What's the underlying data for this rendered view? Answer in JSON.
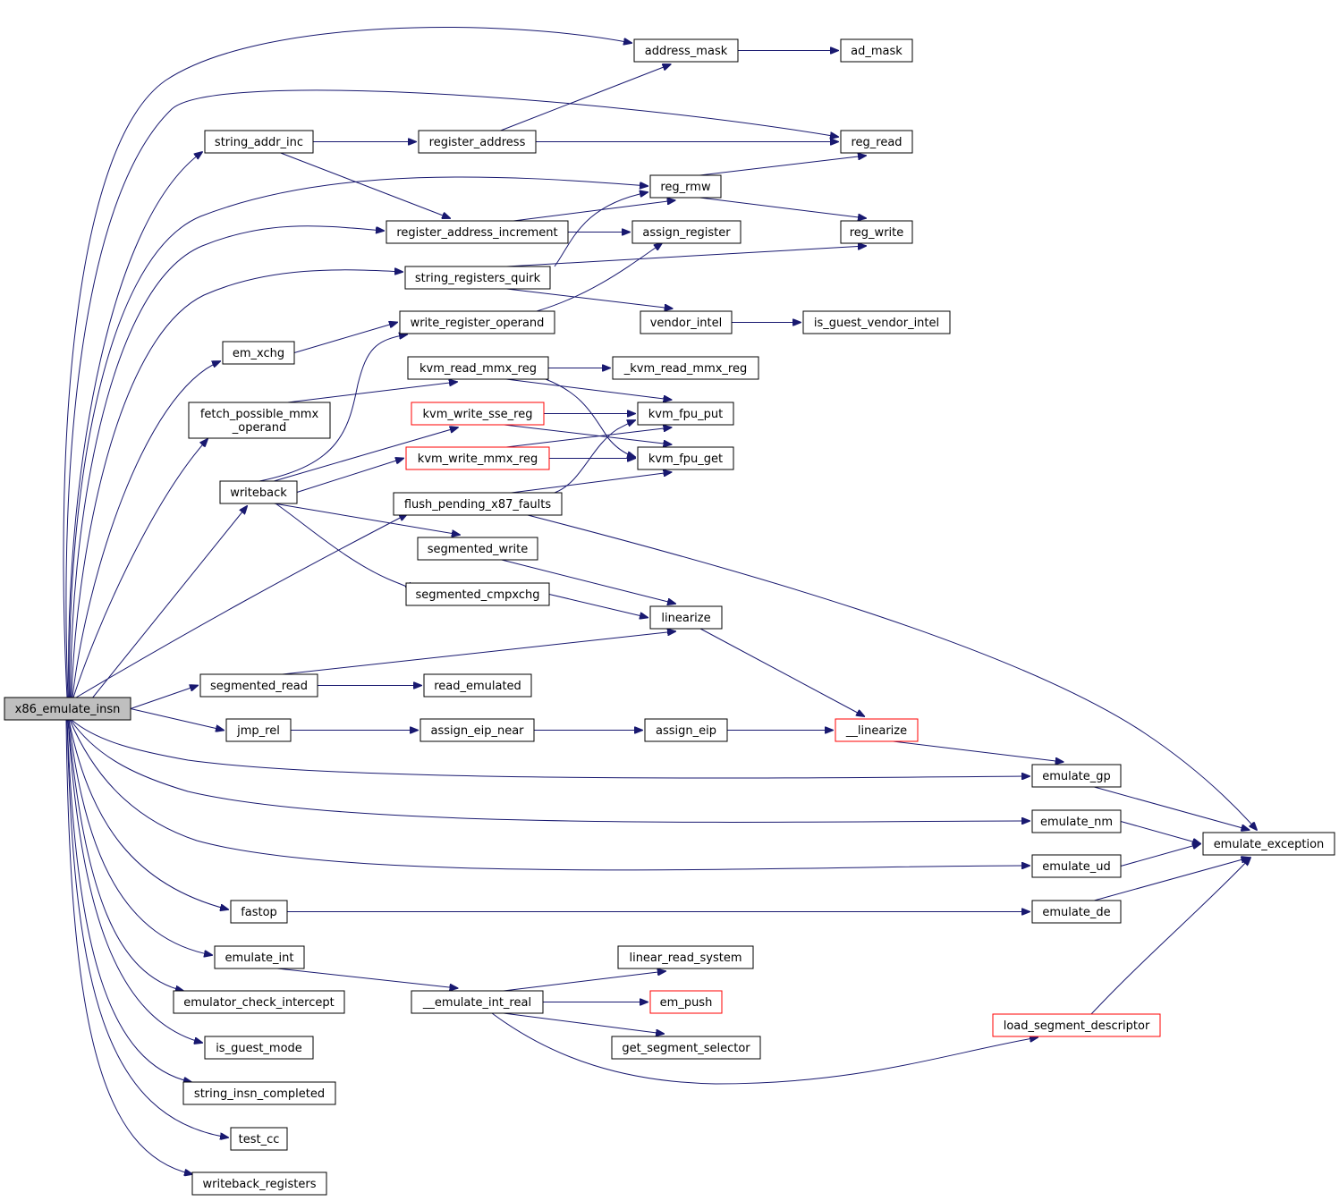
{
  "graph": {
    "colors": {
      "edge": "#191970",
      "node_border": "#000000",
      "node_border_truncated": "#ff0000",
      "root_fill": "#bfbfbf",
      "node_fill": "#ffffff"
    },
    "nodes": [
      {
        "id": "x86_emulate_insn",
        "lines": [
          "x86_emulate_insn"
        ],
        "root": true
      },
      {
        "id": "address_mask",
        "lines": [
          "address_mask"
        ]
      },
      {
        "id": "ad_mask",
        "lines": [
          "ad_mask"
        ]
      },
      {
        "id": "reg_read",
        "lines": [
          "reg_read"
        ]
      },
      {
        "id": "string_addr_inc",
        "lines": [
          "string_addr_inc"
        ]
      },
      {
        "id": "register_address",
        "lines": [
          "register_address"
        ]
      },
      {
        "id": "reg_rmw",
        "lines": [
          "reg_rmw"
        ]
      },
      {
        "id": "register_address_increment",
        "lines": [
          "register_address_increment"
        ]
      },
      {
        "id": "assign_register",
        "lines": [
          "assign_register"
        ]
      },
      {
        "id": "reg_write",
        "lines": [
          "reg_write"
        ]
      },
      {
        "id": "string_registers_quirk",
        "lines": [
          "string_registers_quirk"
        ]
      },
      {
        "id": "write_register_operand",
        "lines": [
          "write_register_operand"
        ]
      },
      {
        "id": "vendor_intel",
        "lines": [
          "vendor_intel"
        ]
      },
      {
        "id": "is_guest_vendor_intel",
        "lines": [
          "is_guest_vendor_intel"
        ]
      },
      {
        "id": "em_xchg",
        "lines": [
          "em_xchg"
        ]
      },
      {
        "id": "kvm_read_mmx_reg",
        "lines": [
          "kvm_read_mmx_reg"
        ]
      },
      {
        "id": "_kvm_read_mmx_reg",
        "lines": [
          "_kvm_read_mmx_reg"
        ]
      },
      {
        "id": "fetch_possible_mmx_operand",
        "lines": [
          "fetch_possible_mmx",
          "_operand"
        ]
      },
      {
        "id": "kvm_write_sse_reg",
        "lines": [
          "kvm_write_sse_reg"
        ],
        "truncated": true
      },
      {
        "id": "kvm_fpu_put",
        "lines": [
          "kvm_fpu_put"
        ]
      },
      {
        "id": "kvm_write_mmx_reg",
        "lines": [
          "kvm_write_mmx_reg"
        ],
        "truncated": true
      },
      {
        "id": "kvm_fpu_get",
        "lines": [
          "kvm_fpu_get"
        ]
      },
      {
        "id": "writeback",
        "lines": [
          "writeback"
        ]
      },
      {
        "id": "flush_pending_x87_faults",
        "lines": [
          "flush_pending_x87_faults"
        ]
      },
      {
        "id": "segmented_write",
        "lines": [
          "segmented_write"
        ]
      },
      {
        "id": "segmented_cmpxchg",
        "lines": [
          "segmented_cmpxchg"
        ]
      },
      {
        "id": "linearize",
        "lines": [
          "linearize"
        ]
      },
      {
        "id": "segmented_read",
        "lines": [
          "segmented_read"
        ]
      },
      {
        "id": "read_emulated",
        "lines": [
          "read_emulated"
        ]
      },
      {
        "id": "jmp_rel",
        "lines": [
          "jmp_rel"
        ]
      },
      {
        "id": "assign_eip_near",
        "lines": [
          "assign_eip_near"
        ]
      },
      {
        "id": "assign_eip",
        "lines": [
          "assign_eip"
        ]
      },
      {
        "id": "__linearize",
        "lines": [
          "__linearize"
        ],
        "truncated": true
      },
      {
        "id": "emulate_gp",
        "lines": [
          "emulate_gp"
        ]
      },
      {
        "id": "emulate_nm",
        "lines": [
          "emulate_nm"
        ]
      },
      {
        "id": "emulate_exception",
        "lines": [
          "emulate_exception"
        ]
      },
      {
        "id": "emulate_ud",
        "lines": [
          "emulate_ud"
        ]
      },
      {
        "id": "fastop",
        "lines": [
          "fastop"
        ]
      },
      {
        "id": "emulate_de",
        "lines": [
          "emulate_de"
        ]
      },
      {
        "id": "emulate_int",
        "lines": [
          "emulate_int"
        ]
      },
      {
        "id": "linear_read_system",
        "lines": [
          "linear_read_system"
        ]
      },
      {
        "id": "emulator_check_intercept",
        "lines": [
          "emulator_check_intercept"
        ]
      },
      {
        "id": "__emulate_int_real",
        "lines": [
          "__emulate_int_real"
        ]
      },
      {
        "id": "em_push",
        "lines": [
          "em_push"
        ],
        "truncated": true
      },
      {
        "id": "load_segment_descriptor",
        "lines": [
          "load_segment_descriptor"
        ],
        "truncated": true
      },
      {
        "id": "is_guest_mode",
        "lines": [
          "is_guest_mode"
        ]
      },
      {
        "id": "get_segment_selector",
        "lines": [
          "get_segment_selector"
        ]
      },
      {
        "id": "string_insn_completed",
        "lines": [
          "string_insn_completed"
        ]
      },
      {
        "id": "test_cc",
        "lines": [
          "test_cc"
        ]
      },
      {
        "id": "writeback_registers",
        "lines": [
          "writeback_registers"
        ]
      }
    ],
    "edges": [
      [
        "x86_emulate_insn",
        "address_mask"
      ],
      [
        "x86_emulate_insn",
        "reg_read"
      ],
      [
        "x86_emulate_insn",
        "string_addr_inc"
      ],
      [
        "x86_emulate_insn",
        "reg_rmw"
      ],
      [
        "x86_emulate_insn",
        "register_address_increment"
      ],
      [
        "x86_emulate_insn",
        "string_registers_quirk"
      ],
      [
        "x86_emulate_insn",
        "em_xchg"
      ],
      [
        "x86_emulate_insn",
        "fetch_possible_mmx_operand"
      ],
      [
        "x86_emulate_insn",
        "writeback"
      ],
      [
        "x86_emulate_insn",
        "flush_pending_x87_faults"
      ],
      [
        "x86_emulate_insn",
        "segmented_read"
      ],
      [
        "x86_emulate_insn",
        "jmp_rel"
      ],
      [
        "x86_emulate_insn",
        "emulate_gp"
      ],
      [
        "x86_emulate_insn",
        "emulate_nm"
      ],
      [
        "x86_emulate_insn",
        "emulate_ud"
      ],
      [
        "x86_emulate_insn",
        "fastop"
      ],
      [
        "x86_emulate_insn",
        "emulate_int"
      ],
      [
        "x86_emulate_insn",
        "emulator_check_intercept"
      ],
      [
        "x86_emulate_insn",
        "is_guest_mode"
      ],
      [
        "x86_emulate_insn",
        "string_insn_completed"
      ],
      [
        "x86_emulate_insn",
        "test_cc"
      ],
      [
        "x86_emulate_insn",
        "writeback_registers"
      ],
      [
        "address_mask",
        "ad_mask"
      ],
      [
        "string_addr_inc",
        "register_address"
      ],
      [
        "string_addr_inc",
        "register_address_increment"
      ],
      [
        "register_address",
        "address_mask"
      ],
      [
        "register_address",
        "reg_read"
      ],
      [
        "reg_rmw",
        "reg_read"
      ],
      [
        "reg_rmw",
        "reg_write"
      ],
      [
        "register_address_increment",
        "reg_rmw"
      ],
      [
        "register_address_increment",
        "assign_register"
      ],
      [
        "string_registers_quirk",
        "reg_rmw"
      ],
      [
        "string_registers_quirk",
        "reg_write"
      ],
      [
        "string_registers_quirk",
        "vendor_intel"
      ],
      [
        "write_register_operand",
        "assign_register"
      ],
      [
        "vendor_intel",
        "is_guest_vendor_intel"
      ],
      [
        "em_xchg",
        "write_register_operand"
      ],
      [
        "fetch_possible_mmx_operand",
        "kvm_read_mmx_reg"
      ],
      [
        "kvm_read_mmx_reg",
        "_kvm_read_mmx_reg"
      ],
      [
        "kvm_read_mmx_reg",
        "kvm_fpu_put"
      ],
      [
        "kvm_read_mmx_reg",
        "kvm_fpu_get"
      ],
      [
        "kvm_write_sse_reg",
        "kvm_fpu_put"
      ],
      [
        "kvm_write_sse_reg",
        "kvm_fpu_get"
      ],
      [
        "kvm_write_mmx_reg",
        "kvm_fpu_put"
      ],
      [
        "kvm_write_mmx_reg",
        "kvm_fpu_get"
      ],
      [
        "writeback",
        "write_register_operand"
      ],
      [
        "writeback",
        "kvm_write_sse_reg"
      ],
      [
        "writeback",
        "kvm_write_mmx_reg"
      ],
      [
        "writeback",
        "segmented_write"
      ],
      [
        "writeback",
        "segmented_cmpxchg"
      ],
      [
        "flush_pending_x87_faults",
        "kvm_fpu_put"
      ],
      [
        "flush_pending_x87_faults",
        "kvm_fpu_get"
      ],
      [
        "flush_pending_x87_faults",
        "emulate_exception"
      ],
      [
        "segmented_write",
        "linearize"
      ],
      [
        "segmented_cmpxchg",
        "linearize"
      ],
      [
        "segmented_read",
        "linearize"
      ],
      [
        "segmented_read",
        "read_emulated"
      ],
      [
        "linearize",
        "__linearize"
      ],
      [
        "jmp_rel",
        "assign_eip_near"
      ],
      [
        "assign_eip_near",
        "assign_eip"
      ],
      [
        "assign_eip",
        "__linearize"
      ],
      [
        "__linearize",
        "emulate_gp"
      ],
      [
        "emulate_gp",
        "emulate_exception"
      ],
      [
        "emulate_nm",
        "emulate_exception"
      ],
      [
        "emulate_ud",
        "emulate_exception"
      ],
      [
        "fastop",
        "emulate_de"
      ],
      [
        "emulate_de",
        "emulate_exception"
      ],
      [
        "emulate_int",
        "__emulate_int_real"
      ],
      [
        "__emulate_int_real",
        "linear_read_system"
      ],
      [
        "__emulate_int_real",
        "em_push"
      ],
      [
        "__emulate_int_real",
        "get_segment_selector"
      ],
      [
        "__emulate_int_real",
        "load_segment_descriptor"
      ],
      [
        "load_segment_descriptor",
        "emulate_exception"
      ]
    ]
  }
}
